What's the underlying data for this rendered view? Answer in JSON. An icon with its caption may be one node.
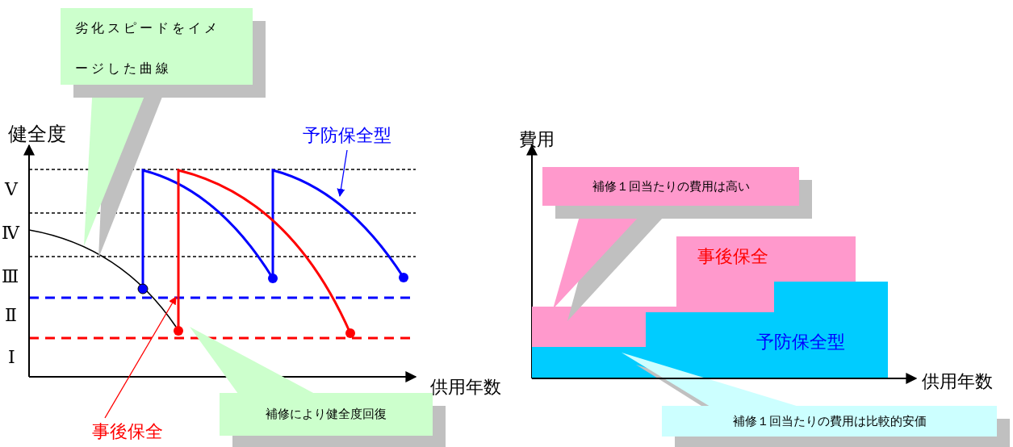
{
  "diagram": {
    "nodes": [
      {
        "text": [
          "劣化スピードをイメージした曲線"
        ]
      },
      {
        "text": [
          "予防保全型"
        ]
      },
      {
        "text": [
          "事後保全"
        ]
      },
      {
        "text": [
          "補修により健全度回復"
        ]
      },
      {
        "text": [
          "補修１回当たりの費用は高い"
        ]
      },
      {
        "text": [
          "事後保全"
        ]
      },
      {
        "text": [
          "予防保全型"
        ]
      },
      {
        "text": [
          "補修１回当たりの費用は比較的安価"
        ]
      }
    ],
    "edges": [
      {
        "from": 1,
        "to": null,
        "arrow": "to",
        "color": "#0000ff"
      },
      {
        "from": 2,
        "to": null,
        "arrow": "to",
        "color": "#ff0000"
      }
    ],
    "labels": [
      "健全度",
      "Ⅴ",
      "Ⅳ",
      "Ⅲ",
      "Ⅱ",
      "Ⅰ",
      "供用年数",
      "費用",
      "供用年数"
    ]
  }
}
